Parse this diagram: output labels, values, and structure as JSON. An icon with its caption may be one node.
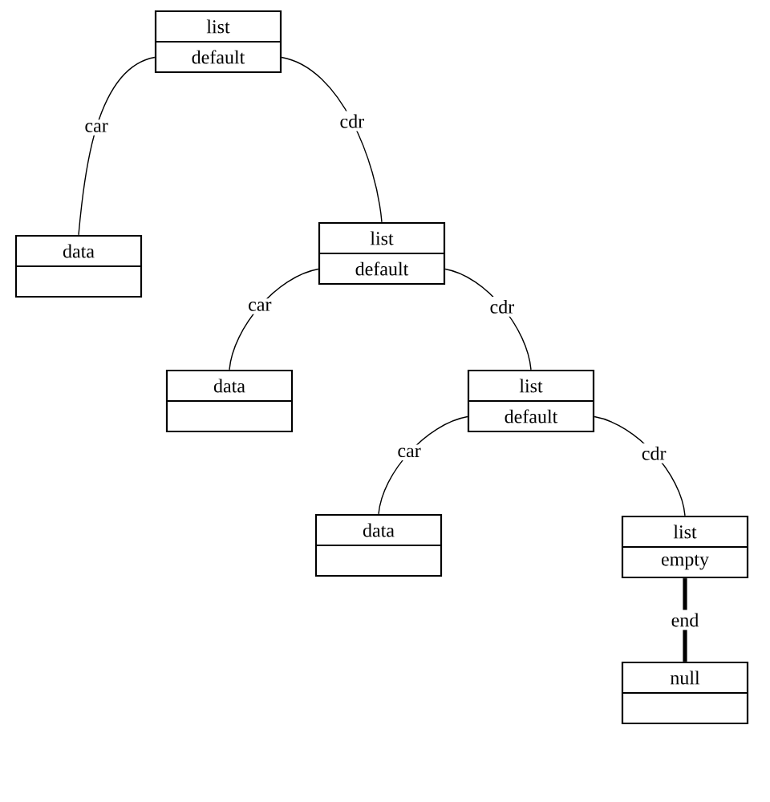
{
  "diagram": {
    "nodes": [
      {
        "text": [
          "list",
          "default"
        ]
      },
      {
        "text": [
          "data"
        ]
      },
      {
        "text": [
          "list",
          "default"
        ]
      },
      {
        "text": [
          "data"
        ]
      },
      {
        "text": [
          "list",
          "default"
        ]
      },
      {
        "text": [
          "data"
        ]
      },
      {
        "text": [
          "list",
          "empty"
        ]
      },
      {
        "text": [
          "null"
        ]
      }
    ],
    "edges": [
      {
        "from": 0,
        "to": 1,
        "arrow": "none",
        "label": "car"
      },
      {
        "from": 0,
        "to": 2,
        "arrow": "none",
        "label": "cdr"
      },
      {
        "from": 2,
        "to": 3,
        "arrow": "none",
        "label": "car"
      },
      {
        "from": 2,
        "to": 4,
        "arrow": "none",
        "label": "cdr"
      },
      {
        "from": 4,
        "to": 5,
        "arrow": "none",
        "label": "car"
      },
      {
        "from": 4,
        "to": 6,
        "arrow": "none",
        "label": "cdr"
      },
      {
        "from": 6,
        "to": 7,
        "arrow": "none",
        "label": "end",
        "style": "thick"
      }
    ]
  }
}
